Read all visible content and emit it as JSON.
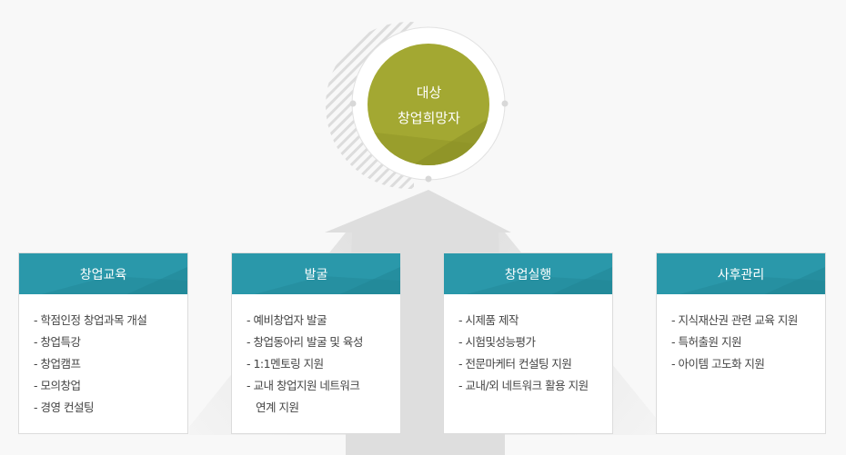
{
  "center": {
    "line1": "대상",
    "line2": "창업희망자",
    "color": "#a3a832"
  },
  "colors": {
    "card_header": "#2a98aa",
    "background": "#f8f8f8",
    "arrow": "#dedede"
  },
  "cards": [
    {
      "title": "창업교육",
      "items": [
        "- 학점인정 창업과목 개설",
        "- 창업특강",
        "- 창업캠프",
        "- 모의창업",
        "- 경영 컨설팅"
      ]
    },
    {
      "title": "발굴",
      "items": [
        "- 예비창업자 발굴",
        "- 창업동아리 발굴 및 육성",
        "- 1:1멘토링 지원",
        "- 교내 창업지원 네트워크",
        "연계 지원"
      ]
    },
    {
      "title": "창업실행",
      "items": [
        "- 시제품 제작",
        "- 시험및성능평가",
        "- 전문마케터 컨설팅 지원",
        "- 교내/외 네트워크 활용 지원"
      ]
    },
    {
      "title": "사후관리",
      "items": [
        "- 지식재산권 관련 교육 지원",
        "- 특허출원 지원",
        "- 아이템 고도화 지원"
      ]
    }
  ]
}
